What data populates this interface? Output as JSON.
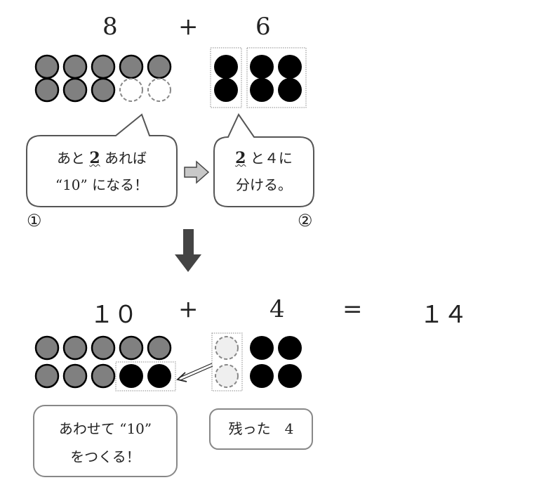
{
  "step1": {
    "left": "8",
    "op": "+",
    "right": "6"
  },
  "step2": {
    "left": "１０",
    "op": "+",
    "right": "4",
    "eq": "=",
    "result": "１４"
  },
  "bubble1": {
    "pre": "あと",
    "num": "2",
    "post": "あれば",
    "line2": "“10” になる！"
  },
  "bubble2": {
    "num": "2",
    "post": "と４に",
    "line2": "分ける。"
  },
  "label1": "①",
  "label2": "②",
  "box3": {
    "line1": "あわせて “10”",
    "line2": "をつくる！"
  },
  "box4": {
    "text": "残った　4"
  },
  "colors": {
    "gray": "#808080",
    "black": "#000000",
    "light": "#efefef",
    "arrow": "#444444"
  }
}
